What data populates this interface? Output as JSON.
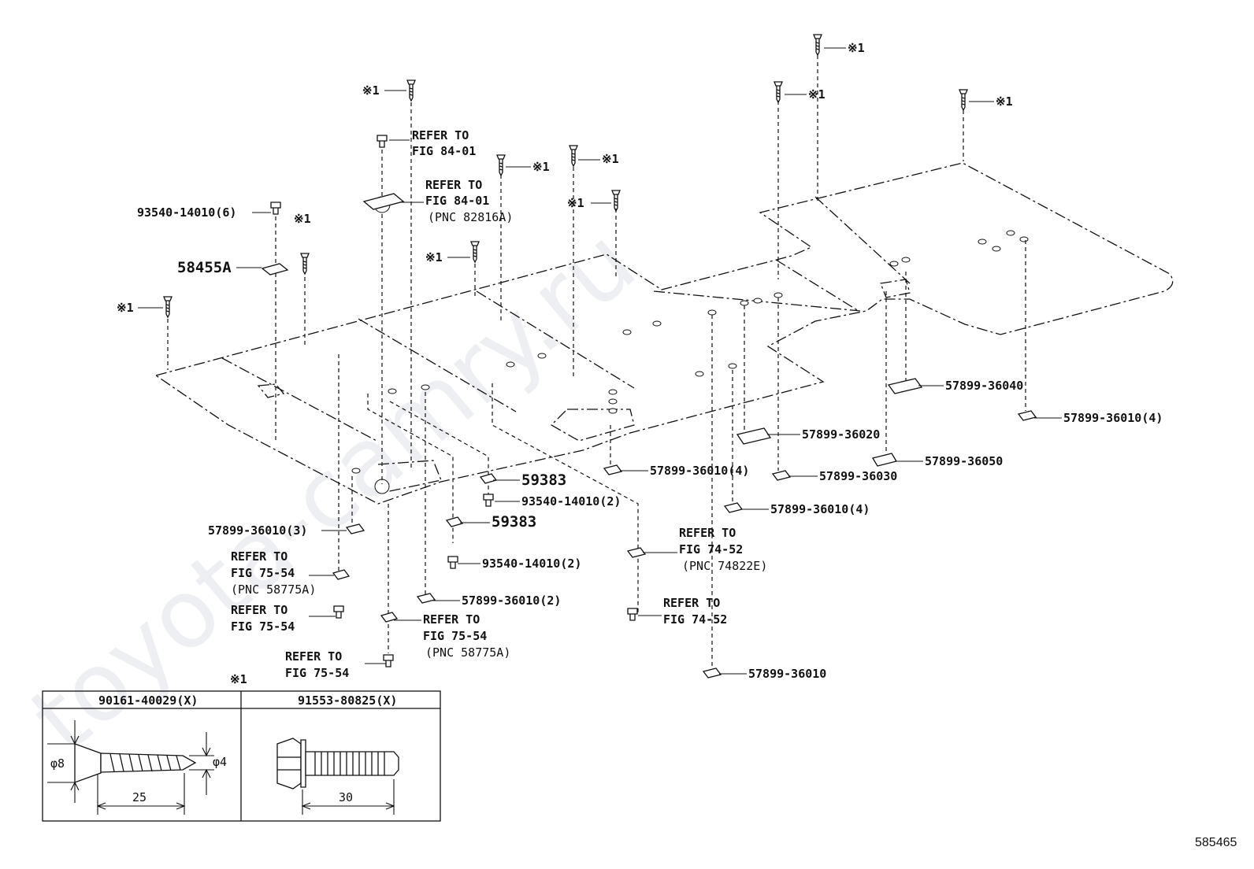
{
  "watermark": "toyota-camry.ru",
  "diagram_number": "585465",
  "refer_to": "REFER TO",
  "mark_x1": "※1",
  "part_labels": {
    "p93540_6": "93540-14010(6)",
    "p58455A": "58455A",
    "p59383_a": "59383",
    "p59383_b": "59383",
    "p93540_2a": "93540-14010(2)",
    "p93540_2b": "93540-14010(2)",
    "p57899_36010_3": "57899-36010(3)",
    "p57899_36010_2": "57899-36010(2)",
    "p57899_36010_4a": "57899-36010(4)",
    "p57899_36010_4b": "57899-36010(4)",
    "p57899_36010_4c": "57899-36010(4)",
    "p57899_36010": "57899-36010",
    "p57899_36020": "57899-36020",
    "p57899_36030": "57899-36030",
    "p57899_36040": "57899-36040",
    "p57899_36050": "57899-36050"
  },
  "refs": {
    "fig84_a": "FIG 84-01",
    "fig84_b": "FIG 84-01",
    "pnc82816A": "(PNC 82816A)",
    "fig75_a": "FIG 75-54",
    "pnc58775A_a": "(PNC 58775A)",
    "fig75_b": "FIG 75-54",
    "fig75_c": "FIG 75-54",
    "pnc58775A_c": "(PNC 58775A)",
    "fig75_d": "FIG 75-54",
    "fig74_a": "FIG 74-52",
    "pnc74822E": "(PNC 74822E)",
    "fig74_b": "FIG 74-52"
  },
  "legend": {
    "mark": "※1",
    "col1_part": "90161-40029(X)",
    "col2_part": "91553-80825(X)",
    "dia_head": "φ8",
    "dia_shank": "φ4",
    "len1": "25",
    "len2": "30"
  }
}
